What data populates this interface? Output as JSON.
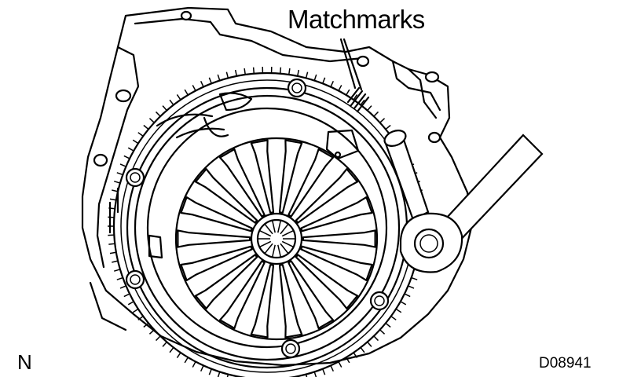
{
  "callout": {
    "label": "Matchmarks"
  },
  "view_letter": "N",
  "figure_code": "D08941",
  "icons": {
    "housing": "transmission-housing-outline",
    "ring_gear": "flywheel-ring-gear",
    "cover": "clutch-cover",
    "diaphragm": "diaphragm-spring-fingers",
    "tool": "torque-wrench-socket"
  },
  "colors": {
    "ink": "#000000",
    "paper": "#ffffff"
  },
  "counts": {
    "ring_gear_teeth": 110,
    "diaphragm_fingers": 18,
    "cover_bolts": 6
  }
}
